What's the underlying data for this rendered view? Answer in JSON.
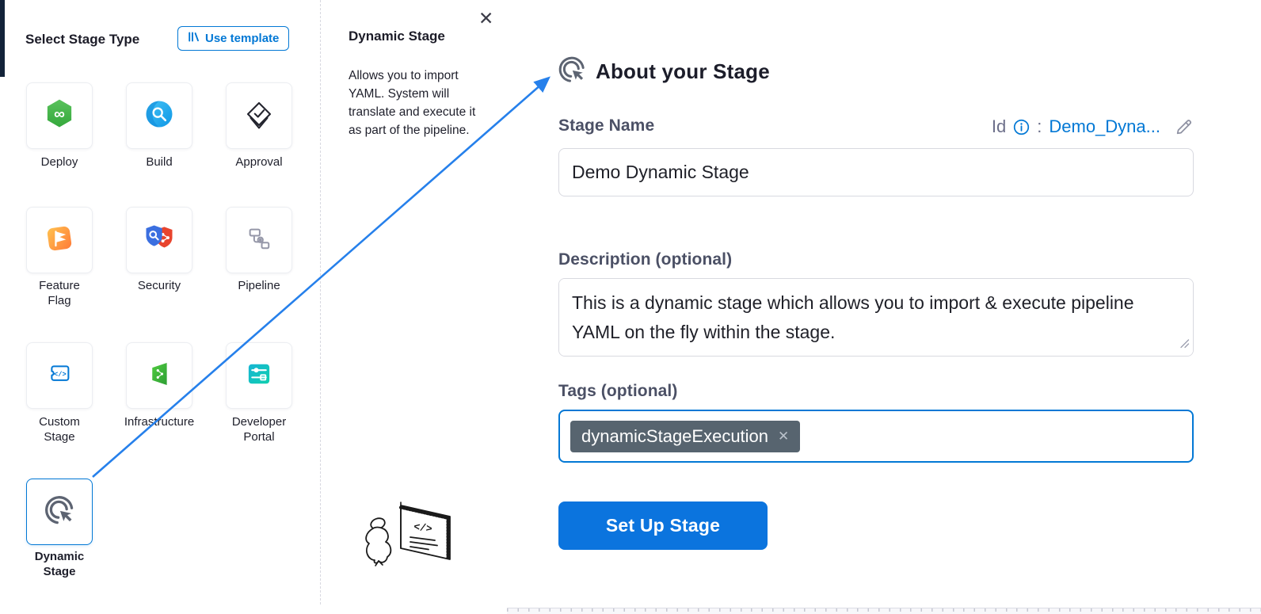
{
  "left_panel": {
    "title": "Select Stage Type",
    "use_template": {
      "label": "Use template",
      "icon": "template-library-icon"
    },
    "stages": [
      {
        "label": "Deploy",
        "icon": "deploy-icon"
      },
      {
        "label": "Build",
        "icon": "build-icon"
      },
      {
        "label": "Approval",
        "icon": "approval-icon"
      },
      {
        "label": "Feature Flag",
        "icon": "feature-flag-icon"
      },
      {
        "label": "Security",
        "icon": "security-icon"
      },
      {
        "label": "Pipeline",
        "icon": "pipeline-icon"
      },
      {
        "label": "Custom Stage",
        "icon": "custom-stage-icon"
      },
      {
        "label": "Infrastructure",
        "icon": "infrastructure-icon"
      },
      {
        "label": "Developer Portal",
        "icon": "developer-portal-icon"
      },
      {
        "label": "Dynamic Stage",
        "icon": "dynamic-stage-icon",
        "selected": true
      }
    ]
  },
  "info_panel": {
    "title": "Dynamic Stage",
    "close_icon": "✕",
    "description": "Allows you to import YAML. System will translate and execute it as part of the pipeline."
  },
  "form_panel": {
    "heading": "About your Stage",
    "heading_icon": "dynamic-stage-icon",
    "stage_name": {
      "label": "Stage Name",
      "value": "Demo Dynamic Stage"
    },
    "id": {
      "label": "Id",
      "separator": ":",
      "value": "Demo_Dyna...",
      "info_icon": "info-icon",
      "edit_icon": "pencil-icon"
    },
    "description": {
      "label": "Description (optional)",
      "value": "This is a dynamic stage which allows you to import & execute pipeline YAML on the fly within the stage."
    },
    "tags": {
      "label": "Tags (optional)",
      "items": [
        {
          "value": "dynamicStageExecution",
          "remove_icon": "✕"
        }
      ]
    },
    "submit_label": "Set Up Stage"
  },
  "colors": {
    "primary_blue": "#0278d5",
    "button_blue": "#0b74de",
    "arrow_blue": "#2680eb",
    "tag_chip": "#57646f",
    "icon_slate": "#5d6472"
  }
}
